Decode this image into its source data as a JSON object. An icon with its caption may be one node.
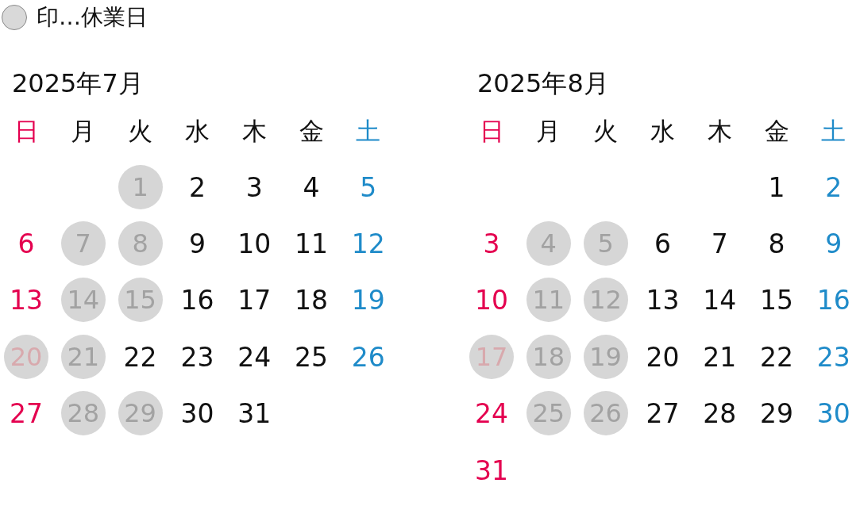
{
  "diagram": {
    "nodes": [
      {
        "text": [
          "1"
        ]
      },
      {
        "text": [
          "7"
        ]
      },
      {
        "text": [
          "8"
        ]
      },
      {
        "text": [
          "14"
        ]
      },
      {
        "text": [
          "15"
        ]
      },
      {
        "text": [
          "20"
        ]
      },
      {
        "text": [
          "21"
        ]
      },
      {
        "text": [
          "28"
        ]
      },
      {
        "text": [
          "29"
        ]
      },
      {
        "text": [
          "4"
        ]
      },
      {
        "text": [
          "5"
        ]
      },
      {
        "text": [
          "11"
        ]
      },
      {
        "text": [
          "12"
        ]
      },
      {
        "text": [
          "17"
        ]
      },
      {
        "text": [
          "18"
        ]
      },
      {
        "text": [
          "19"
        ]
      },
      {
        "text": [
          "25"
        ]
      },
      {
        "text": [
          "26"
        ]
      }
    ],
    "labels": [
      "2025年7月",
      "日",
      "月",
      "火",
      "水",
      "木",
      "金",
      "土",
      "2",
      "3",
      "4",
      "5",
      "6",
      "9",
      "10",
      "11",
      "12",
      "13",
      "16",
      "17",
      "18",
      "19",
      "22",
      "23",
      "24",
      "25",
      "26",
      "27",
      "30",
      "31",
      "2025年8月",
      "日",
      "月",
      "火",
      "水",
      "木",
      "金",
      "土",
      "1",
      "2",
      "3",
      "6",
      "7",
      "8",
      "9",
      "10",
      "13",
      "14",
      "15",
      "16",
      "20",
      "21",
      "22",
      "23",
      "24",
      "27",
      "28",
      "29",
      "30",
      "31"
    ],
    "legend": [
      {
        "text": "印…休業日",
        "color": "#d9d9d9"
      }
    ]
  }
}
